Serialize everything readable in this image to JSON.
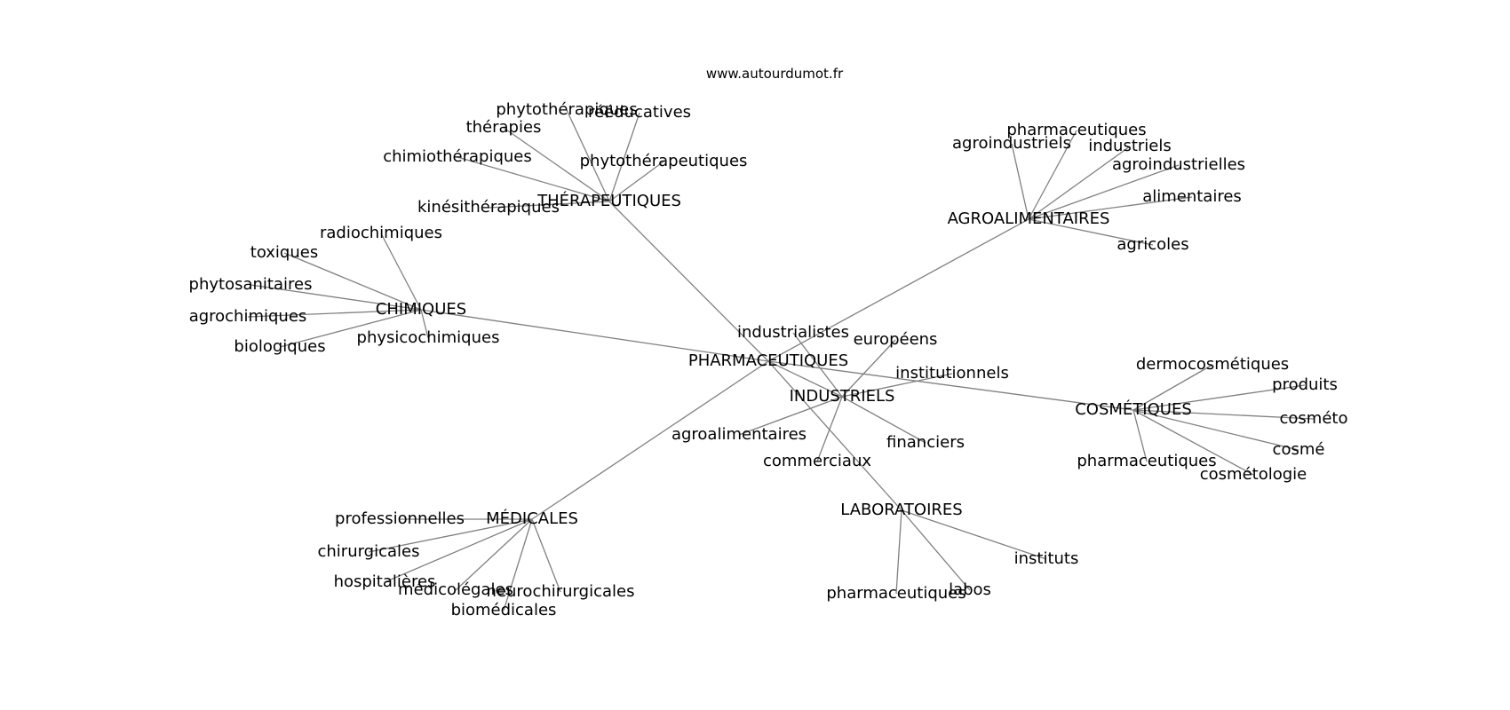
{
  "header": {
    "site": "www.autourdumot.fr"
  },
  "colors": {
    "edge": "#808080",
    "text": "#000000",
    "background": "#ffffff"
  },
  "nodes": [
    {
      "id": "pharmaceutiques_center",
      "label": "PHARMACEUTIQUES"
    },
    {
      "id": "therapeutiques",
      "label": "THÉRAPEUTIQUES"
    },
    {
      "id": "agroalimentaires_hub",
      "label": "AGROALIMENTAIRES"
    },
    {
      "id": "chimiques",
      "label": "CHIMIQUES"
    },
    {
      "id": "industriels_hub",
      "label": "INDUSTRIELS"
    },
    {
      "id": "cosmetiques",
      "label": "COSMÉTIQUES"
    },
    {
      "id": "medicales",
      "label": "MÉDICALES"
    },
    {
      "id": "laboratoires",
      "label": "LABORATOIRES"
    },
    {
      "id": "phytotherapiques",
      "label": "phytothérapiques"
    },
    {
      "id": "reeducatives",
      "label": "rééducatives"
    },
    {
      "id": "therapies",
      "label": "thérapies"
    },
    {
      "id": "chimiotherapiques",
      "label": "chimiothérapiques"
    },
    {
      "id": "phytotherapeutiques",
      "label": "phytothérapeutiques"
    },
    {
      "id": "kinesitherapiques",
      "label": "kinésithérapiques"
    },
    {
      "id": "ag_pharmaceutiques",
      "label": "pharmaceutiques"
    },
    {
      "id": "agroindustriels",
      "label": "agroindustriels"
    },
    {
      "id": "ag_industriels",
      "label": "industriels"
    },
    {
      "id": "agroindustrielles",
      "label": "agroindustrielles"
    },
    {
      "id": "alimentaires",
      "label": "alimentaires"
    },
    {
      "id": "agricoles",
      "label": "agricoles"
    },
    {
      "id": "radiochimiques",
      "label": "radiochimiques"
    },
    {
      "id": "toxiques",
      "label": "toxiques"
    },
    {
      "id": "phytosanitaires",
      "label": "phytosanitaires"
    },
    {
      "id": "agrochimiques",
      "label": "agrochimiques"
    },
    {
      "id": "biologiques",
      "label": "biologiques"
    },
    {
      "id": "physicochimiques",
      "label": "physicochimiques"
    },
    {
      "id": "industrialistes",
      "label": "industrialistes"
    },
    {
      "id": "europeens",
      "label": "européens"
    },
    {
      "id": "institutionnels",
      "label": "institutionnels"
    },
    {
      "id": "ind_agroalimentaires",
      "label": "agroalimentaires"
    },
    {
      "id": "financiers",
      "label": "financiers"
    },
    {
      "id": "commerciaux",
      "label": "commerciaux"
    },
    {
      "id": "dermocosmetiques",
      "label": "dermocosmétiques"
    },
    {
      "id": "produits",
      "label": "produits"
    },
    {
      "id": "cosmeto",
      "label": "cosméto"
    },
    {
      "id": "cosme",
      "label": "cosmé"
    },
    {
      "id": "cos_pharmaceutiques",
      "label": "pharmaceutiques"
    },
    {
      "id": "cosmetologie",
      "label": "cosmétologie"
    },
    {
      "id": "professionnelles",
      "label": "professionnelles"
    },
    {
      "id": "chirurgicales",
      "label": "chirurgicales"
    },
    {
      "id": "hospitalieres",
      "label": "hospitalières"
    },
    {
      "id": "medicolegales",
      "label": "médicolégales"
    },
    {
      "id": "neurochirurgicales",
      "label": "neurochirurgicales"
    },
    {
      "id": "biomedicales",
      "label": "biomédicales"
    },
    {
      "id": "instituts",
      "label": "instituts"
    },
    {
      "id": "lab_pharmaceutiques",
      "label": "pharmaceutiques"
    },
    {
      "id": "labos",
      "label": "labos"
    }
  ],
  "edges": [
    [
      "pharmaceutiques_center",
      "therapeutiques"
    ],
    [
      "pharmaceutiques_center",
      "agroalimentaires_hub"
    ],
    [
      "pharmaceutiques_center",
      "chimiques"
    ],
    [
      "pharmaceutiques_center",
      "industriels_hub"
    ],
    [
      "pharmaceutiques_center",
      "cosmetiques"
    ],
    [
      "pharmaceutiques_center",
      "medicales"
    ],
    [
      "pharmaceutiques_center",
      "laboratoires"
    ],
    [
      "therapeutiques",
      "phytotherapiques"
    ],
    [
      "therapeutiques",
      "reeducatives"
    ],
    [
      "therapeutiques",
      "therapies"
    ],
    [
      "therapeutiques",
      "chimiotherapiques"
    ],
    [
      "therapeutiques",
      "phytotherapeutiques"
    ],
    [
      "therapeutiques",
      "kinesitherapiques"
    ],
    [
      "agroalimentaires_hub",
      "ag_pharmaceutiques"
    ],
    [
      "agroalimentaires_hub",
      "agroindustriels"
    ],
    [
      "agroalimentaires_hub",
      "ag_industriels"
    ],
    [
      "agroalimentaires_hub",
      "agroindustrielles"
    ],
    [
      "agroalimentaires_hub",
      "alimentaires"
    ],
    [
      "agroalimentaires_hub",
      "agricoles"
    ],
    [
      "chimiques",
      "radiochimiques"
    ],
    [
      "chimiques",
      "toxiques"
    ],
    [
      "chimiques",
      "phytosanitaires"
    ],
    [
      "chimiques",
      "agrochimiques"
    ],
    [
      "chimiques",
      "biologiques"
    ],
    [
      "chimiques",
      "physicochimiques"
    ],
    [
      "industriels_hub",
      "industrialistes"
    ],
    [
      "industriels_hub",
      "europeens"
    ],
    [
      "industriels_hub",
      "institutionnels"
    ],
    [
      "industriels_hub",
      "ind_agroalimentaires"
    ],
    [
      "industriels_hub",
      "financiers"
    ],
    [
      "industriels_hub",
      "commerciaux"
    ],
    [
      "cosmetiques",
      "dermocosmetiques"
    ],
    [
      "cosmetiques",
      "produits"
    ],
    [
      "cosmetiques",
      "cosmeto"
    ],
    [
      "cosmetiques",
      "cosme"
    ],
    [
      "cosmetiques",
      "cos_pharmaceutiques"
    ],
    [
      "cosmetiques",
      "cosmetologie"
    ],
    [
      "medicales",
      "professionnelles"
    ],
    [
      "medicales",
      "chirurgicales"
    ],
    [
      "medicales",
      "hospitalieres"
    ],
    [
      "medicales",
      "medicolegales"
    ],
    [
      "medicales",
      "neurochirurgicales"
    ],
    [
      "medicales",
      "biomedicales"
    ],
    [
      "laboratoires",
      "instituts"
    ],
    [
      "laboratoires",
      "lab_pharmaceutiques"
    ],
    [
      "laboratoires",
      "labos"
    ]
  ]
}
